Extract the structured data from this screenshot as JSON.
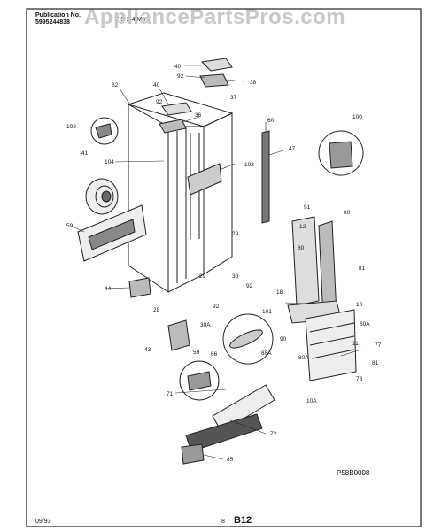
{
  "header": {
    "publication_label": "Publication No.",
    "publication_number": "5995244838",
    "model": "F S 2 4 M F",
    "watermark": "AppliancePartsPros.com"
  },
  "diagram": {
    "reference_code": "P58B0008",
    "part_labels": [
      "40",
      "92",
      "38",
      "62",
      "40",
      "37",
      "92",
      "36",
      "60",
      "100",
      "102",
      "47",
      "41",
      "104",
      "103",
      "91",
      "12",
      "80",
      "80",
      "59",
      "29",
      "81",
      "30",
      "92",
      "18",
      "44",
      "29",
      "92",
      "10",
      "101",
      "28",
      "30A",
      "90",
      "60A",
      "11",
      "77",
      "43",
      "59",
      "66",
      "85A",
      "80A",
      "81",
      "78",
      "71",
      "10A",
      "72",
      "85"
    ]
  },
  "footer": {
    "date": "09/93",
    "page": "8",
    "code": "B12"
  }
}
